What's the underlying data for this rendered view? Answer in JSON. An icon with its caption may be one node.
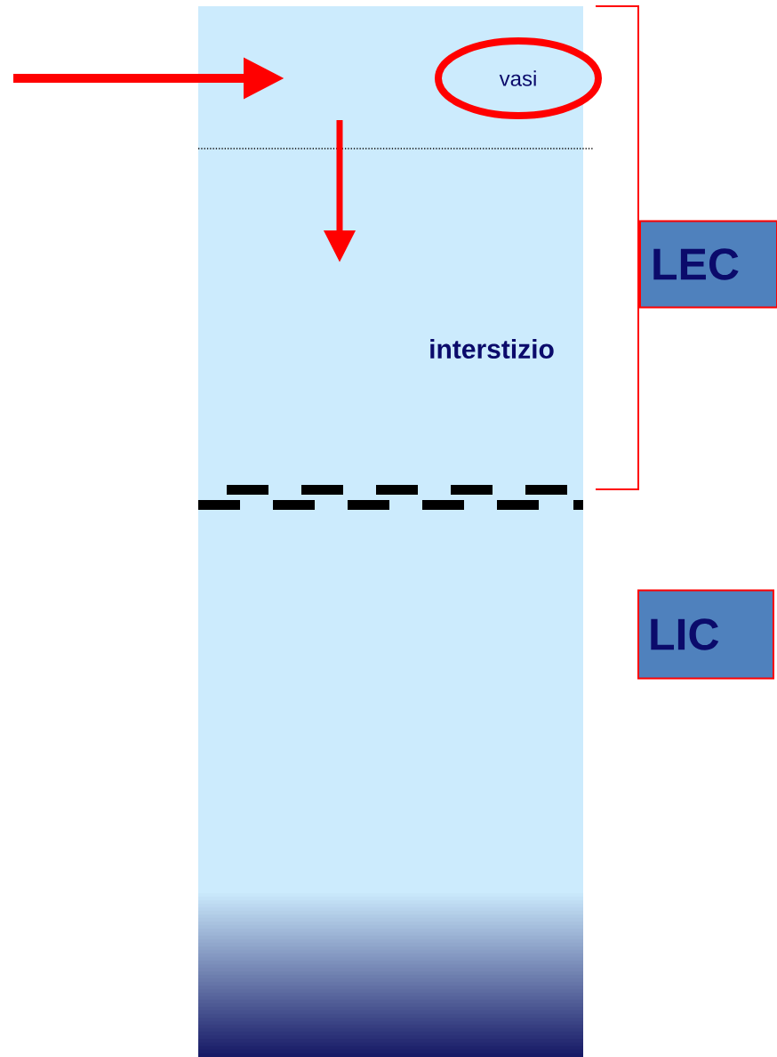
{
  "diagram": {
    "nodes": [
      {
        "text": [
          "vasi"
        ]
      },
      {
        "text": [
          "LEC"
        ]
      },
      {
        "text": [
          "LIC"
        ]
      }
    ],
    "labels": [
      "interstizio"
    ]
  }
}
